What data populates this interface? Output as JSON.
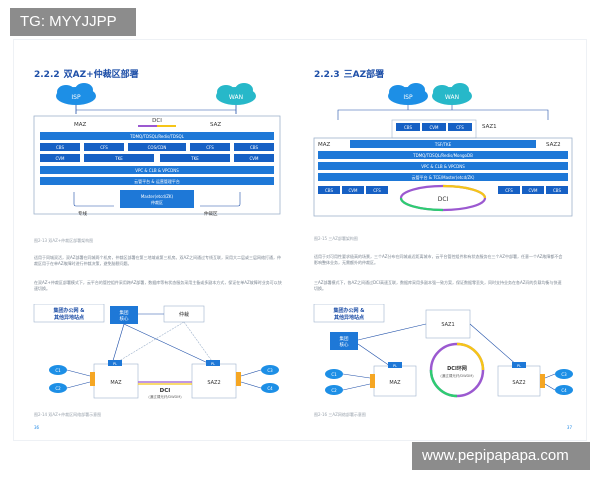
{
  "watermarks": {
    "top_left": "TG: MYYJJPP",
    "bottom_right": "www.pepipapapa.com"
  },
  "left_page": {
    "section_number": "2.2.2",
    "section_title": "双AZ+仲裁区部署",
    "diagram1": {
      "isp": "ISP",
      "wan": "WAN",
      "maz": "MAZ",
      "saz": "SAZ",
      "dci": "DCI",
      "bar_top": "TDMQ/TDSQL/Redis/TDSQL",
      "row2": [
        "CBS",
        "CFS",
        "COS/CDN",
        "CFS",
        "CBS"
      ],
      "row3": [
        "CVM",
        "TKE",
        "TKE",
        "CVM"
      ],
      "bar_vpc": "VPC & CLB & VPCDNS",
      "bar_mgmt": "云管平台 & 运营管理平台",
      "arb": "Master(etcd/ZK)",
      "arb_sub": "仲裁区",
      "line_left": "专线",
      "line_right": "仲裁区"
    },
    "caption1": "图2-13 双AZ+仲裁区部署架构图",
    "paragraph1": "适用于同城双活，双AZ部署在同城两个机房，仲裁区部署在第三地域或第三机房。双AZ之间通过专线互联，采用大二层或三层网络打通，仲裁区用于在单AZ故障时进行仲裁决策，避免脑裂问题。",
    "paragraph2": "在双AZ+仲裁区部署模式下，云平台的管控组件采用跨AZ部署，数据库等有状态服务采用主备或多副本方式，保证在单AZ故障时业务可以快速切换。",
    "diagram2": {
      "group_office": "集团办公网 &",
      "group_office2": "其他异地站点",
      "hq": "集团",
      "hq2": "核心",
      "arb": "仲裁",
      "maz": "MAZ",
      "saz": "SAZ2",
      "dci": "DCI",
      "dci_sub": "(通过裸光纤/DWDM)",
      "pl": "PL",
      "c1": "C1",
      "c2": "C2",
      "c3": "C3",
      "c4": "C4"
    },
    "caption2": "图2-14 双AZ+仲裁区网络部署示意图",
    "page_no": "36"
  },
  "right_page": {
    "section_number": "2.2.3",
    "section_title": "三AZ部署",
    "diagram1": {
      "isp": "ISP",
      "wan": "WAN",
      "maz": "MAZ",
      "saz1": "SAZ1",
      "saz2": "SAZ2",
      "dci": "DCI",
      "top_row": [
        "CBS",
        "CVM",
        "CFS"
      ],
      "bar_tsf": "TSF/TKE",
      "bar_tdmq": "TDMQ/TDSQL/Redis/MongoDB",
      "bar_vpc": "VPC & CLB & VPCDNS",
      "bar_mgmt": "云管平台 & TCE/Master(etcd/ZK)",
      "bottom_left": [
        "CBS",
        "CVM",
        "CFS"
      ],
      "bottom_right": [
        "CFS",
        "CVM",
        "CBS"
      ]
    },
    "caption1": "图2-15 三AZ部署架构图",
    "paragraph1": "适用于对可用性要求极高的场景，三个AZ分布在同城或近距离城市，云平台管控组件和有状态服务在三个AZ中部署，任意一个AZ故障都不会影响整体业务，无需额外的仲裁区。",
    "paragraph2": "三AZ部署模式下，各AZ之间通过DCI高速互联，数据库采用多副本强一致方案，保证数据零丢失，同时支持业务在各AZ间的负载均衡与快速切换。",
    "diagram2": {
      "group_office": "集团办公网 &",
      "group_office2": "其他异地站点",
      "hq": "集团",
      "hq2": "核心",
      "maz": "MAZ",
      "saz1": "SAZ1",
      "saz2": "SAZ2",
      "dci": "DCI环网",
      "dci_sub": "(通过裸光纤/DWDM)",
      "pl": "PL",
      "c1": "C1",
      "c2": "C2",
      "c3": "C3",
      "c4": "C4"
    },
    "caption2": "图2-16 三AZ网络部署示意图",
    "page_no": "37"
  },
  "colors": {
    "brand": "#1e4fa8",
    "block": "#1e78d7",
    "block_dark": "#1660c4",
    "cloud": "#1d8fe6",
    "cloud_teal": "#27b8c9",
    "node": "#1e88e5",
    "orange": "#f5a623",
    "dci_ring_a": "#9b59d0",
    "dci_ring_b": "#f5c518"
  }
}
